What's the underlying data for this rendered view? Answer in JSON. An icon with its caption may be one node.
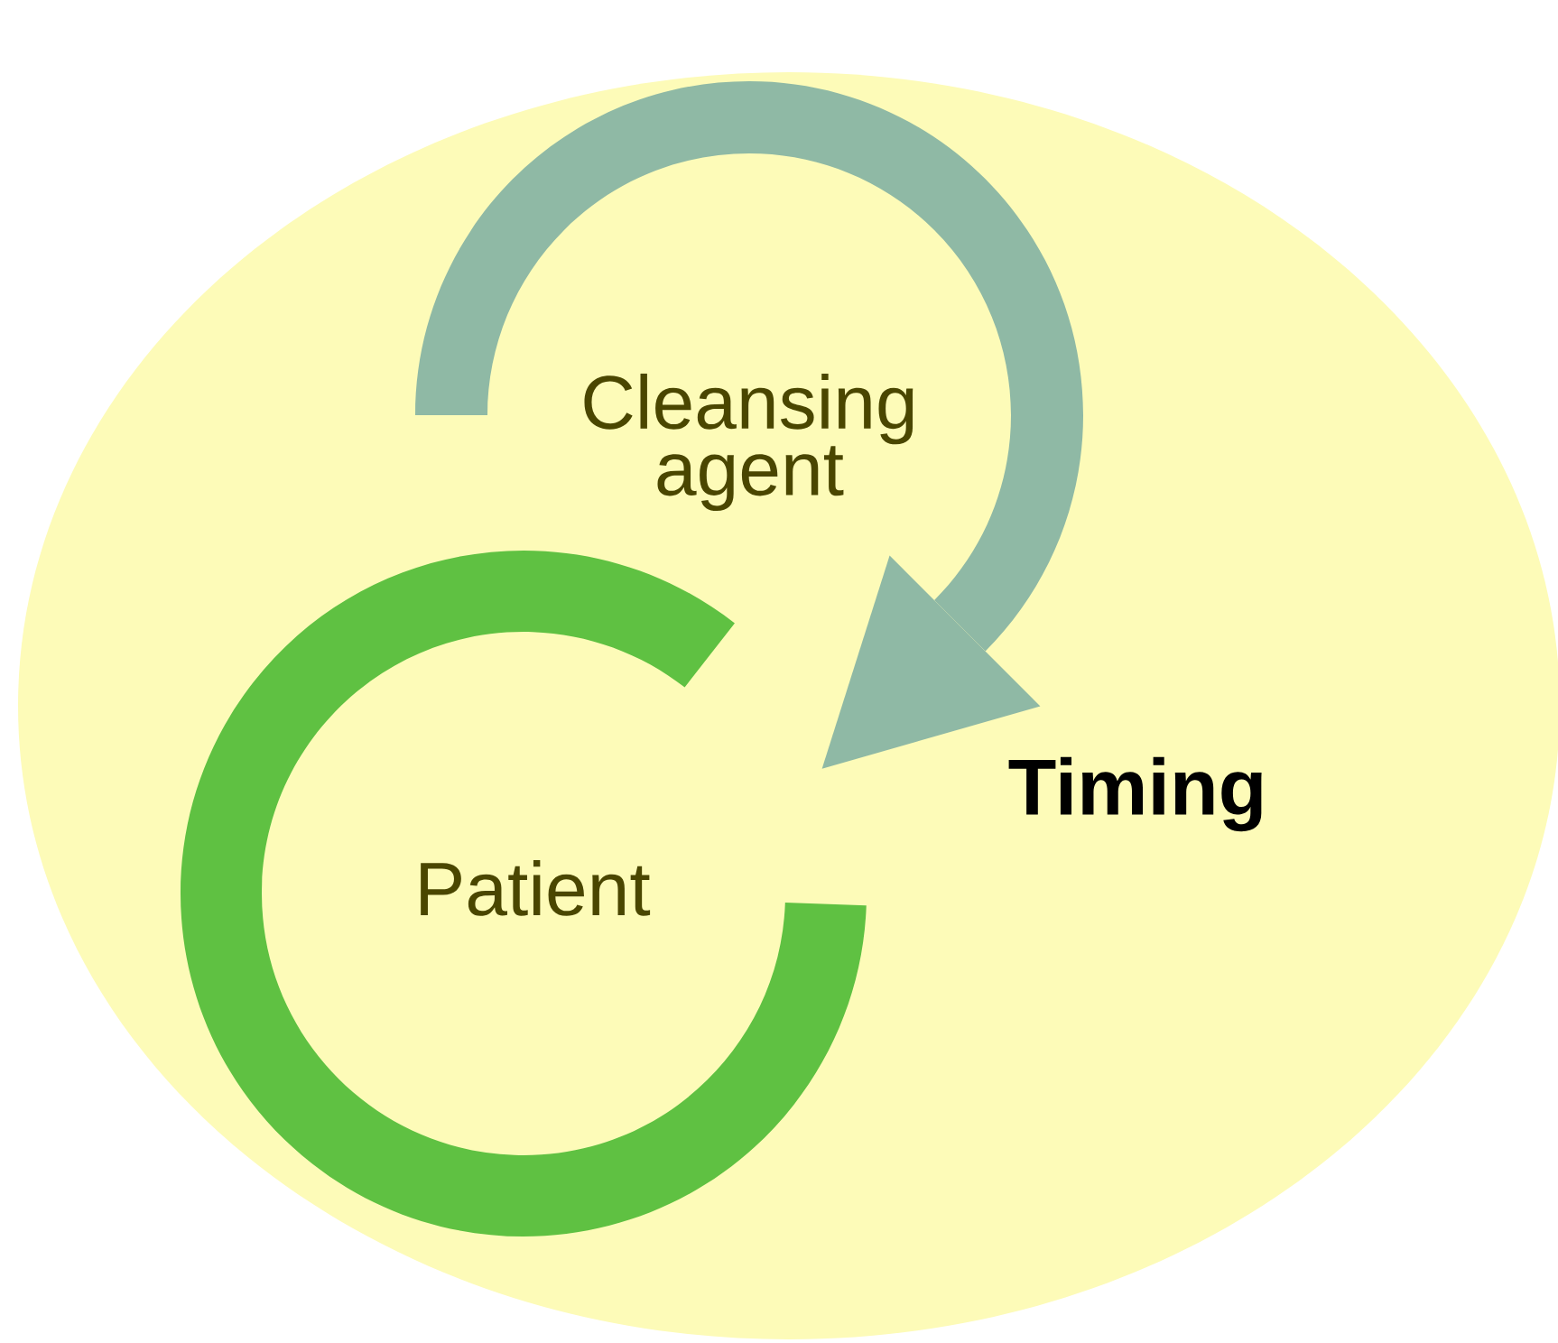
{
  "diagram": {
    "nodes": [
      {
        "text": [
          "Timing"
        ]
      },
      {
        "text": [
          "Cleansing agent"
        ],
        "in": 0
      },
      {
        "text": [
          "Patient"
        ],
        "in": 0
      }
    ]
  }
}
